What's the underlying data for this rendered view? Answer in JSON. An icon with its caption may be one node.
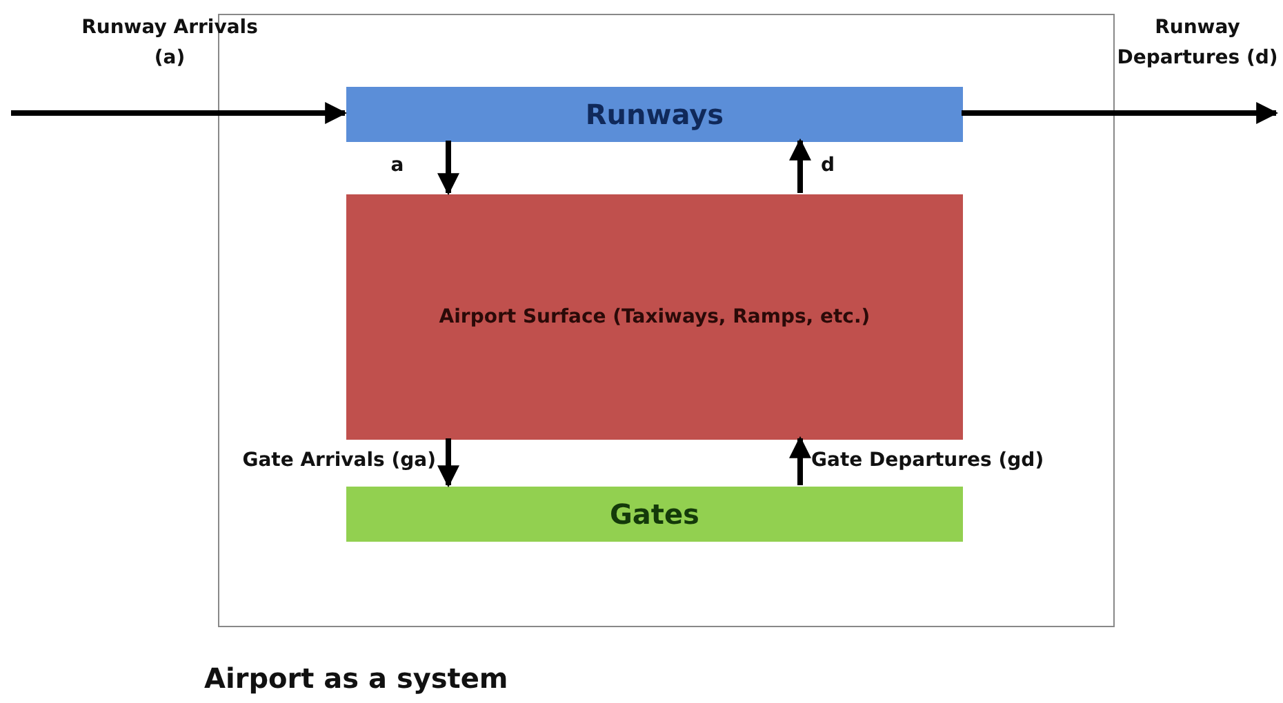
{
  "diagram": {
    "caption": "Airport as a system",
    "nodes": [
      {
        "text": [],
        "shape": "box"
      },
      {
        "text": [
          "Runways"
        ],
        "in": 0
      },
      {
        "text": [
          "Airport Surface (Taxiways, Ramps, etc.)"
        ],
        "in": 0
      },
      {
        "text": [
          "Gates"
        ],
        "in": 0
      }
    ],
    "edges": [
      {
        "from": null,
        "to": 1,
        "arrow": "to",
        "label": "Runway Arrivals (a)"
      },
      {
        "from": 1,
        "to": null,
        "arrow": "to",
        "label": "Runway Departures (d)"
      },
      {
        "from": 1,
        "to": 2,
        "arrow": "to",
        "label": "a"
      },
      {
        "from": 2,
        "to": 1,
        "arrow": "to",
        "label": "d"
      },
      {
        "from": 2,
        "to": 3,
        "arrow": "to",
        "label": "Gate Arrivals (ga)"
      },
      {
        "from": 3,
        "to": 2,
        "arrow": "to",
        "label": "Gate Departures (gd)"
      }
    ]
  }
}
